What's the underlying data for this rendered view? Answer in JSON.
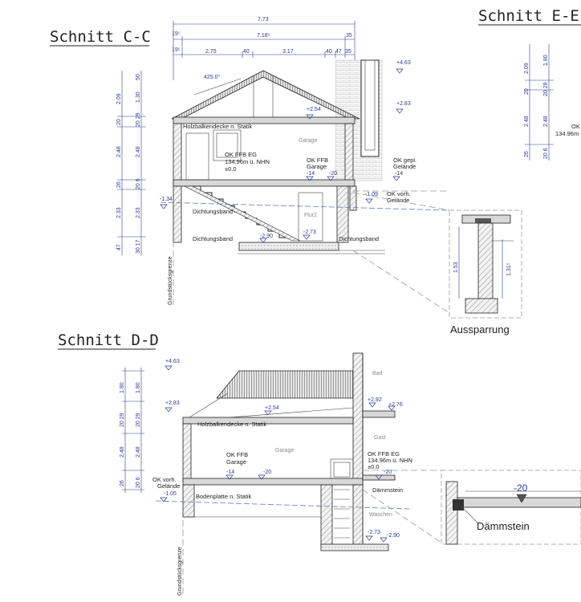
{
  "titles": {
    "cc": "Schnitt C-C",
    "ee": "Schnitt E-E",
    "dd": "Schnitt D-D"
  },
  "cc": {
    "top_dims": [
      "7.73",
      "19⁵",
      "7.18⁵",
      "35"
    ],
    "top_row": [
      "19⁵",
      "2.75",
      "40",
      "3.17",
      "40",
      "47",
      "35"
    ],
    "left_outer": [
      "2.09",
      "20",
      "2.48",
      "26",
      "2.33",
      "47"
    ],
    "left_inner": [
      "50",
      "1.30",
      "20 29",
      "2.48",
      "20 6",
      "2.33",
      "30 17"
    ],
    "angle": "425.0°",
    "levels": [
      "+4.63",
      "+2.83",
      "+2.54",
      "-1.34",
      "-1.09",
      "-2.90",
      "-2.73",
      "-14",
      "-20"
    ],
    "labels": {
      "holzbalkendecke": "Holzbalkendecke n. Statik",
      "garage": "Garage",
      "ok_ffb_eg": "OK FFB EG",
      "nhn": "134.96m ü. NHN",
      "pm0": "±0.0",
      "ok_ffb_garage_1": "OK FFB",
      "ok_ffb_garage_2": "Garage",
      "ok_gepl_1": "OK gepl.",
      "ok_gepl_2": "Gelände",
      "ok_vorh": "OK vorh.",
      "gelaende": "Gelände",
      "dichtungsband": "Dichtungsband",
      "flur": "Flur2",
      "grundstuecksgrenze": "Grundstücksgrenze"
    }
  },
  "ee": {
    "outer": [
      "2.09",
      "20",
      "2.48",
      "26"
    ],
    "inner": [
      "1.80",
      "20 29",
      "2.48",
      "20 6"
    ],
    "text_1": "OK",
    "text_2": "134.96m"
  },
  "detail": {
    "title": "Aussparrung",
    "dim_1": "1.53",
    "dim_2": "1.31⁵"
  },
  "dd": {
    "left_outer": [
      "1.80",
      "20 29",
      "2.48",
      "26"
    ],
    "left_inner": [
      "1.80",
      "20 29",
      "2.48",
      "20 6"
    ],
    "levels": [
      "+4.63",
      "+2.83",
      "+2.54",
      "+2.92",
      "+2.76",
      "-14",
      "-20",
      "-1.05",
      "-2.73",
      "-2.90"
    ],
    "labels": {
      "bad": "Bad",
      "holzbalkendecke": "Holzbalkendecke n. Statik",
      "gast": "Gast",
      "garage": "Garage",
      "ok_ffb": "OK FFB",
      "garage_lbl": "Garage",
      "ok_ffb_eg": "OK FFB EG",
      "nhn": "134.96m ü. NHN",
      "pm0": "±0.0",
      "ok_vorh": "OK vorh.",
      "gelaende": "Gelände",
      "bodenplatte": "Bodenplatte n. Statik",
      "daemmstein": "Dämmstein",
      "waschen": "Waschen",
      "grundstuecksgrenze": "Grundstücksgrenze"
    }
  },
  "detail2": {
    "level": "-20",
    "label": "Dämmstein"
  }
}
